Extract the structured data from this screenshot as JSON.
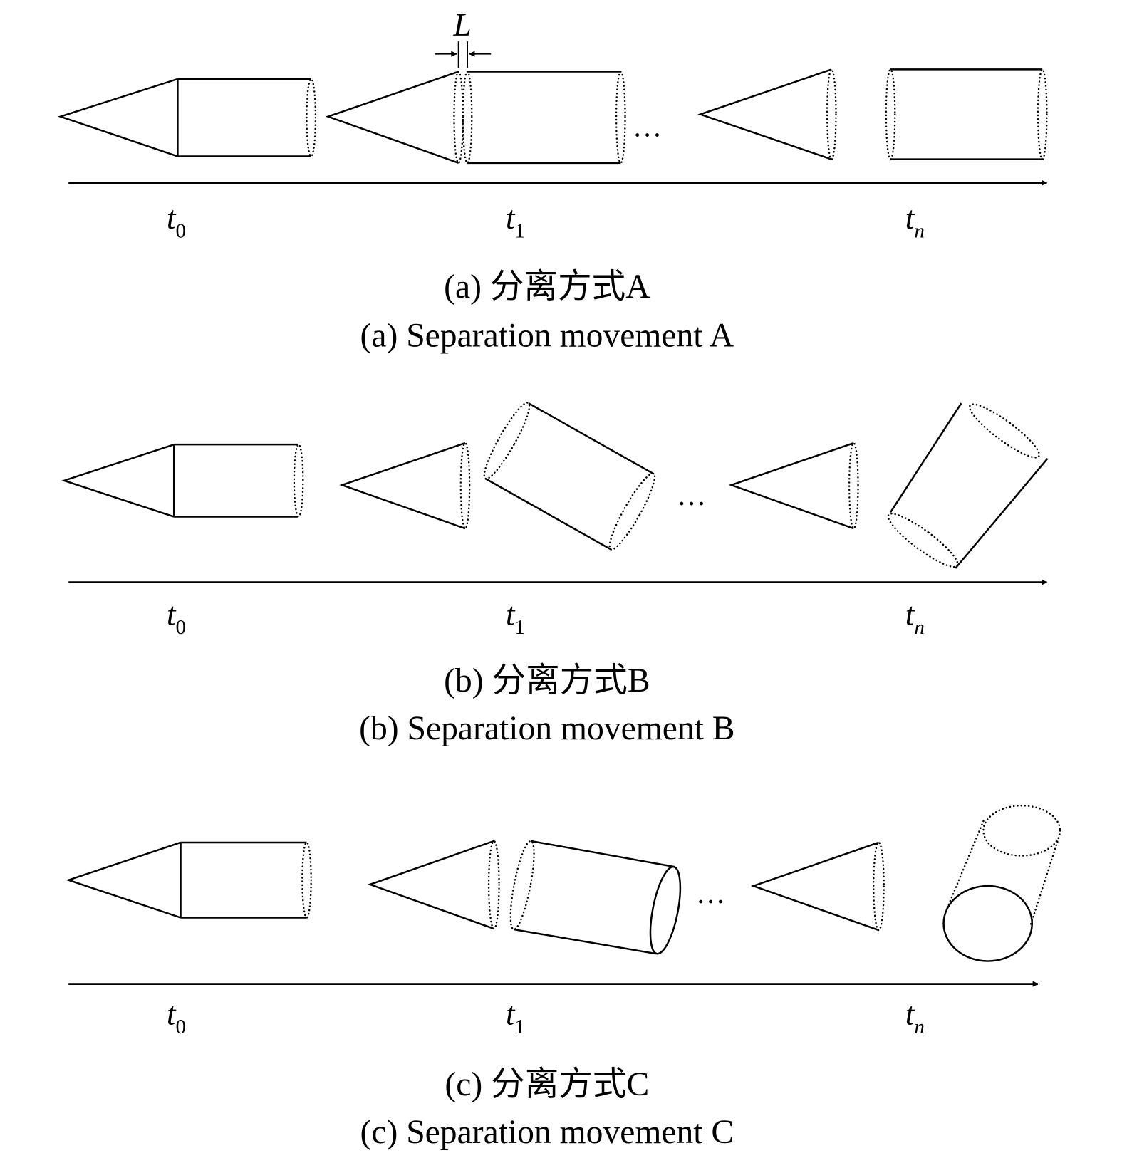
{
  "gap_label": "L",
  "ellipsis": "…",
  "time_labels": [
    {
      "base": "t",
      "sub": "0"
    },
    {
      "base": "t",
      "sub": "1"
    },
    {
      "base": "t",
      "sub": "n"
    }
  ],
  "panels": [
    {
      "caption_cn": "(a) 分离方式A",
      "caption_en": "(a) Separation movement A"
    },
    {
      "caption_cn": "(b) 分离方式B",
      "caption_en": "(b) Separation movement B"
    },
    {
      "caption_cn": "(c) 分离方式C",
      "caption_en": "(c) Separation movement C"
    }
  ]
}
